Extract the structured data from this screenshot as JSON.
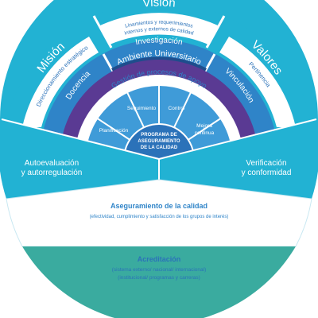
{
  "outer_ring": {
    "vision": "Visión",
    "vision_sub_1": "Linamientos y requerimientos",
    "vision_sub_2": "internos y externos de calidad",
    "mision": "Misión",
    "mision_sub": "Direccionamiento estratégico",
    "valores": "Valores",
    "valores_sub": "Pertinencia"
  },
  "middle_ring": {
    "investigacion": "Investigación",
    "docencia": "Docencia",
    "vinculacion": "Vinculación"
  },
  "ambiente": "Ambiente Universitario",
  "gestion": "Gestión de procesos de apoyo",
  "inner_segments": {
    "planificacion": "Planificación",
    "seguimiento": "Seguimiento",
    "control": "Control",
    "mejora_1": "Mejora",
    "mejora_2": "continua"
  },
  "center": {
    "line1": "PROGRAMA DE",
    "line2": "ASEGURAMIENTO",
    "line3": "DE LA CALIDAD"
  },
  "autoevaluacion": {
    "line1": "Autoevaluación",
    "line2": "y autorregulación"
  },
  "verificacion": {
    "line1": "Verificación",
    "line2": "y conformidad"
  },
  "aseguramiento": {
    "title": "Aseguramiento de la calidad",
    "subtitle": "(efectividad, cumplimiento y satisfacción de los grupos de interés)"
  },
  "acreditacion": {
    "title": "Acreditación",
    "line1": "(sistema externo/ nacional/ internacional)",
    "line2": "(institucional/ programas y carreras)"
  },
  "colors": {
    "cyan": "#22b2d3",
    "blue": "#2b72b9",
    "mid_blue": "#2f84c8",
    "purple": "#5a3a93",
    "light_blue": "#3f9bd8",
    "dark_navy": "#1e4d8c",
    "teal": "#3aab9f",
    "white": "#ffffff"
  }
}
